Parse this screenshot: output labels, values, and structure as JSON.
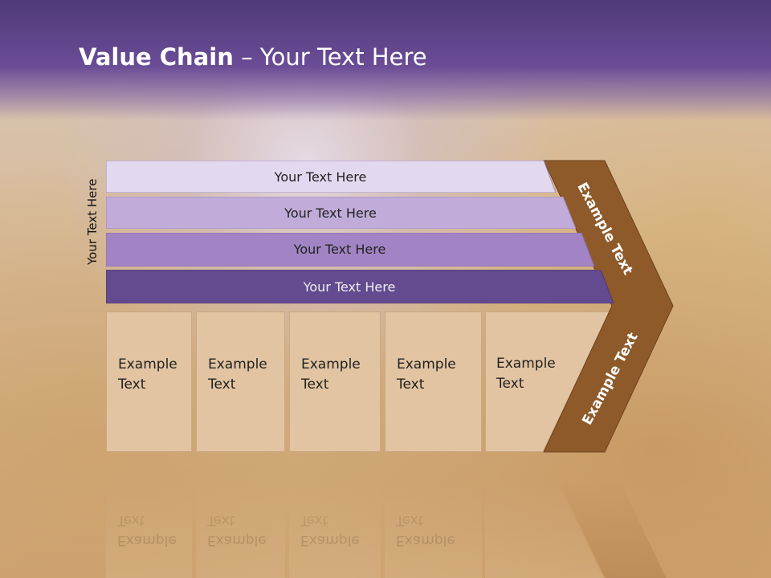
{
  "title": {
    "bold": "Value Chain",
    "rest": " – Your Text Here"
  },
  "side_label": "Your Text Here",
  "bars": [
    {
      "label": "Your Text Here",
      "color": "#e3d9ef"
    },
    {
      "label": "Your Text Here",
      "color": "#c1acd9"
    },
    {
      "label": "Your Text Here",
      "color": "#a284c4"
    },
    {
      "label": "Your Text Here",
      "color": "#644a8f"
    }
  ],
  "boxes": [
    {
      "line1": "Example",
      "line2": "Text"
    },
    {
      "line1": "Example",
      "line2": "Text"
    },
    {
      "line1": "Example",
      "line2": "Text"
    },
    {
      "line1": "Example",
      "line2": "Text"
    },
    {
      "line1": "Example",
      "line2": "Text"
    }
  ],
  "chevron": {
    "upper_text": "Example Text",
    "lower_text": "Example Text",
    "color": "#8e5a2a"
  }
}
